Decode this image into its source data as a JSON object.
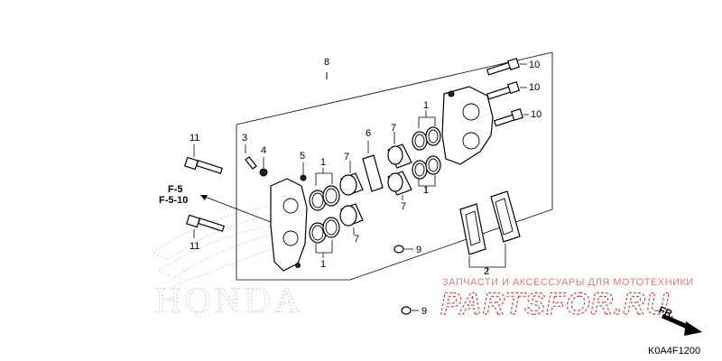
{
  "labels": {
    "top_8": "8",
    "bolt_10a": "10",
    "bolt_10b": "10",
    "bolt_10c": "10",
    "bolt_11_top": "11",
    "bolt_11_bottom": "11",
    "bleeder_3": "3",
    "cap_4": "4",
    "pin_5": "5",
    "seal_1_left_top": "1",
    "seal_1_left_bottom": "1",
    "seal_1_right_top": "1",
    "seal_1_right_bottom": "1",
    "piston_7_a": "7",
    "piston_7_b": "7",
    "piston_7_c": "7",
    "piston_7_d": "7",
    "spring_6": "6",
    "pads_2": "2",
    "plug_9_a": "9",
    "plug_9_b": "9"
  },
  "refs": {
    "ref_a": "F-5",
    "ref_b": "F-5-10"
  },
  "direction": "FR.",
  "watermark": {
    "subtitle": "ЗАПЧАСТИ И АКСЕССУАРЫ ДЛЯ МОТОТЕХНИКИ",
    "brand": "PARTSFOR.RU"
  },
  "logo": "HONDA",
  "diagram_code": "K0A4F1200",
  "colors": {
    "line": "#000000",
    "watermark": "#c44d4d"
  }
}
